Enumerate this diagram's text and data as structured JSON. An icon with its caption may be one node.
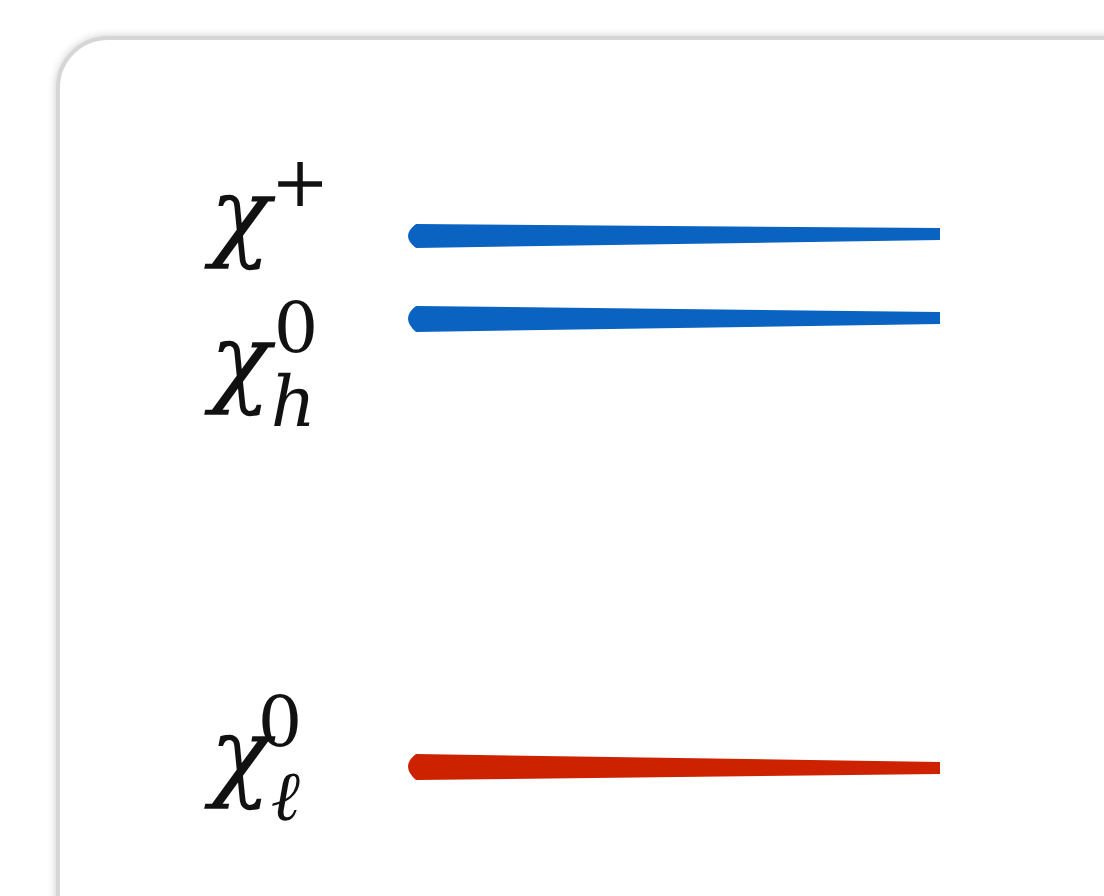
{
  "diagram": {
    "labels": [
      "χ$^{+}$",
      "χ$_{h}$$^{0}$",
      "χ$_{ℓ}$$^{0}$"
    ]
  }
}
